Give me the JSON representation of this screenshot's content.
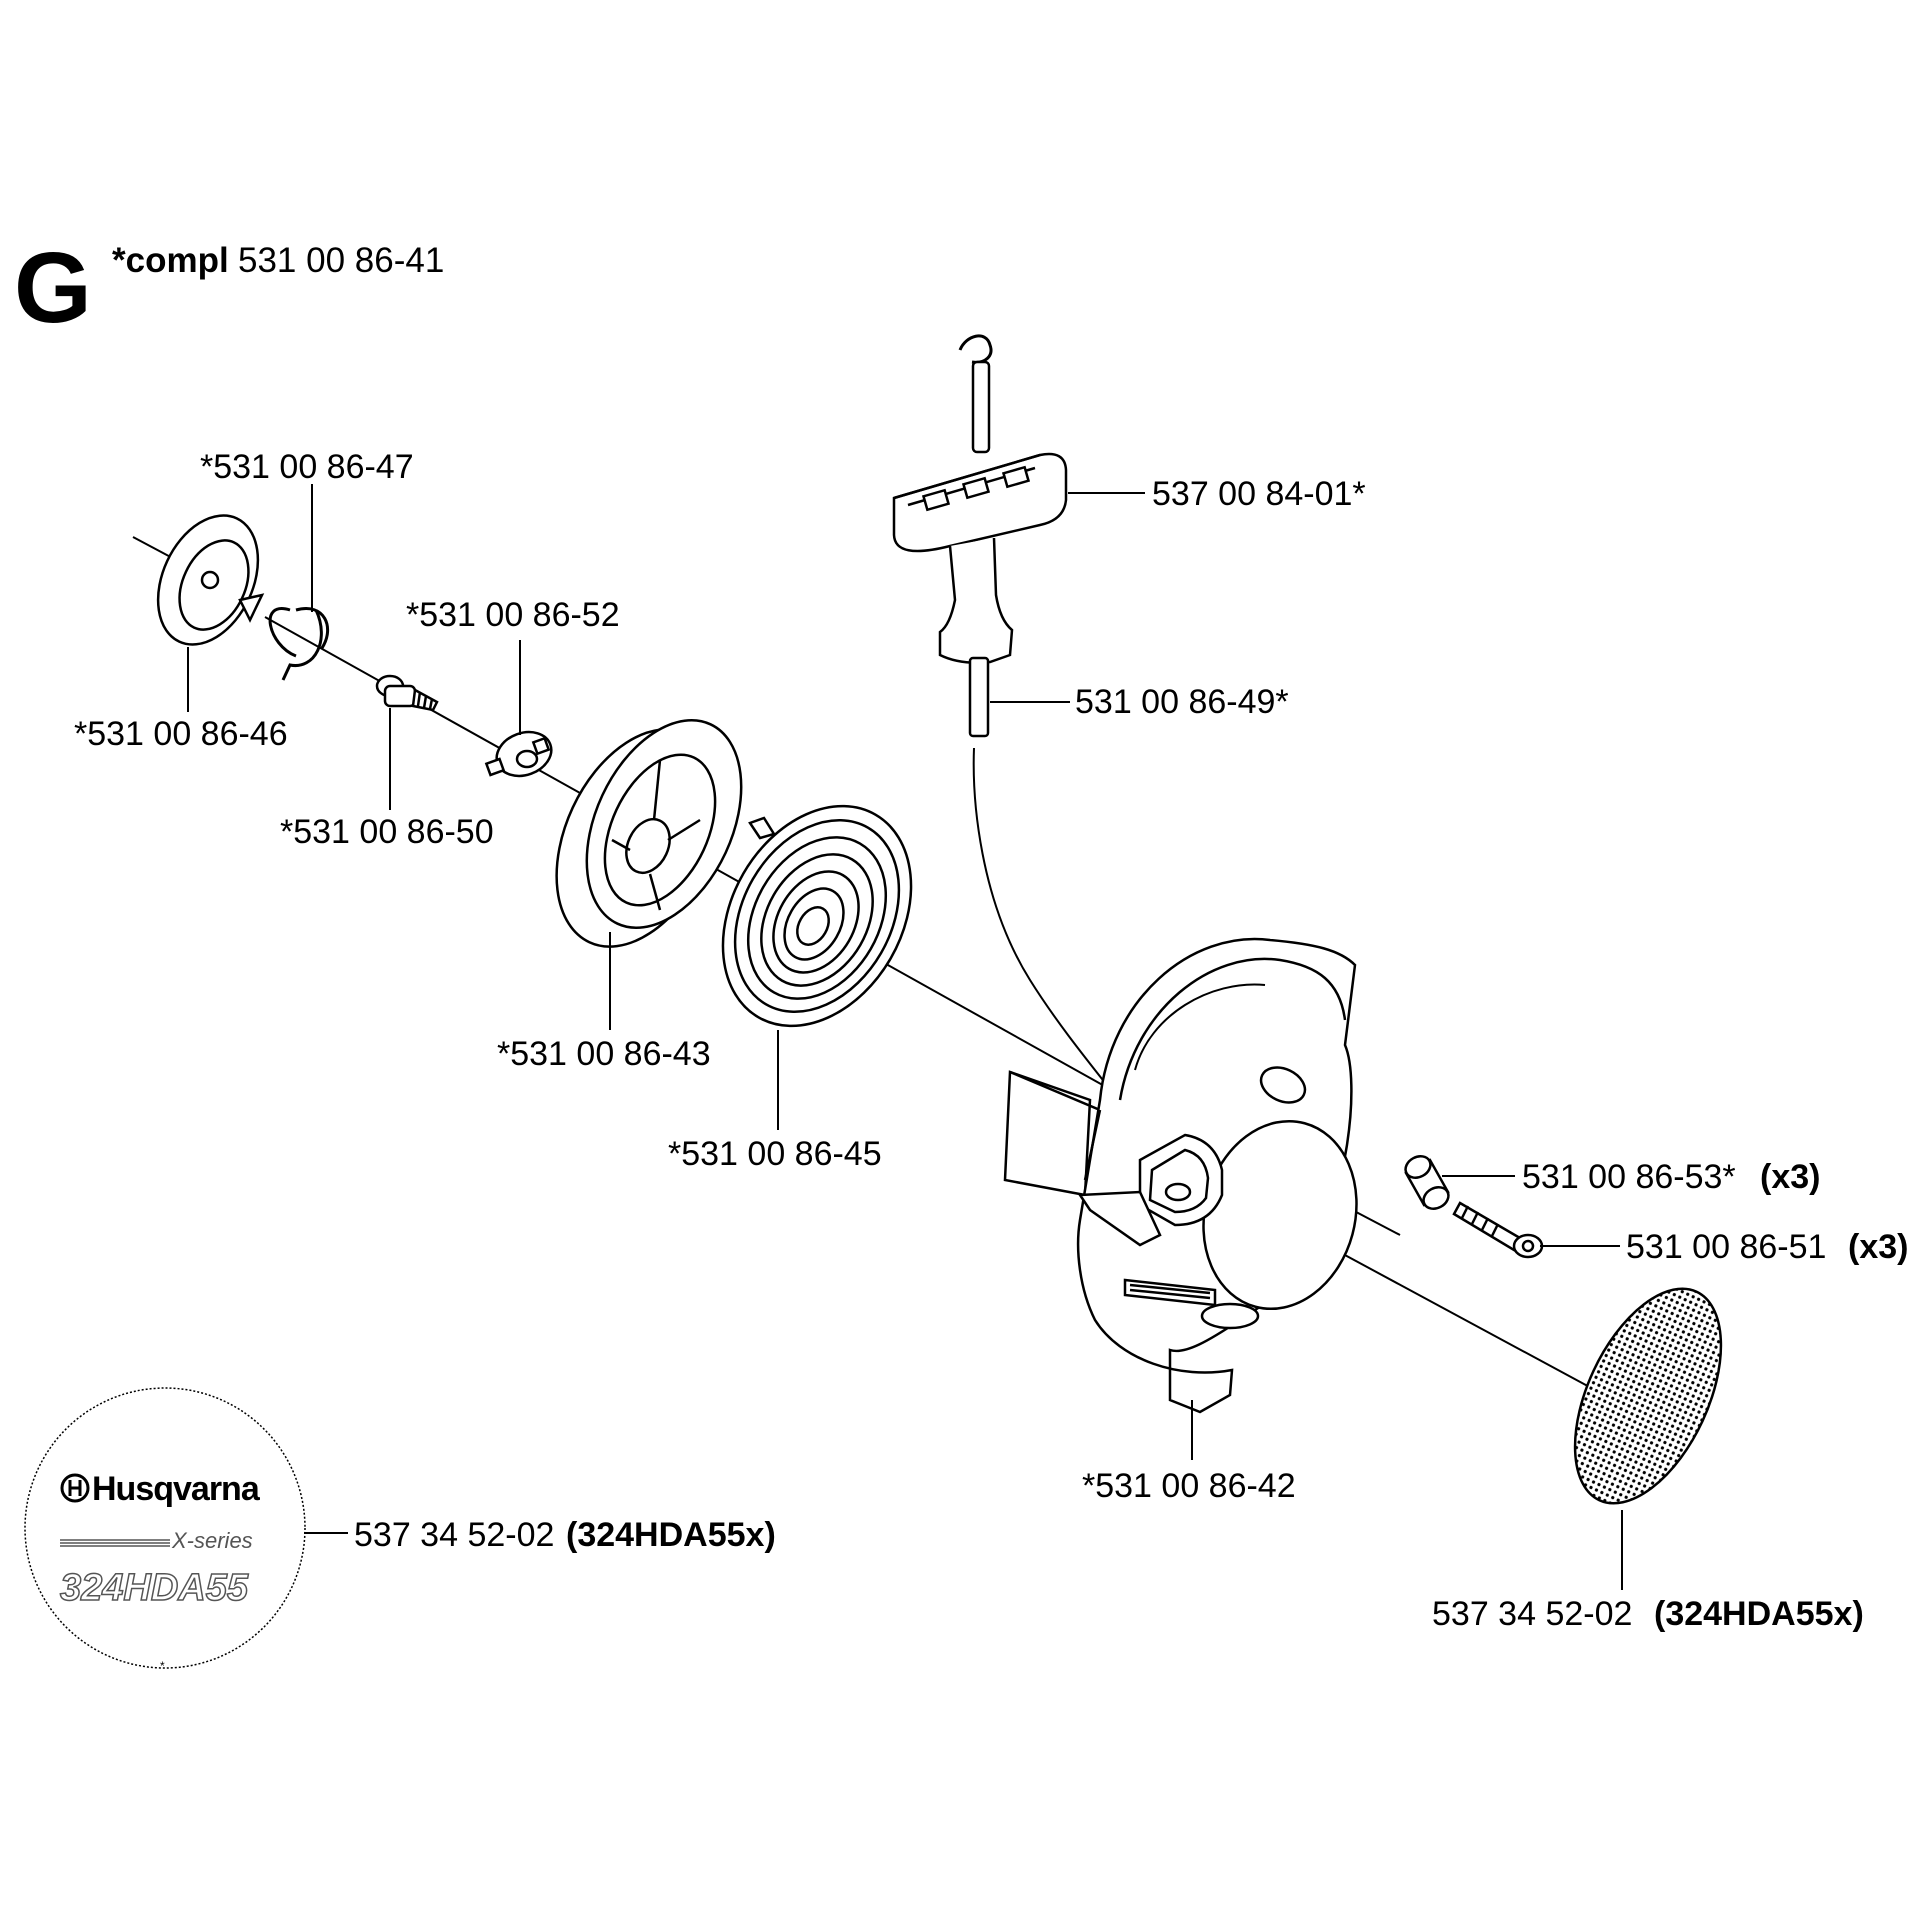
{
  "section": {
    "letter": "G",
    "compl_prefix": "*compl",
    "compl_number": "531 00 86-41"
  },
  "labels": {
    "l47": "*531 00 86-47",
    "l46": "*531 00 86-46",
    "l52": "*531 00 86-52",
    "l50": "*531 00 86-50",
    "l43": "*531 00 86-43",
    "l45": "*531 00 86-45",
    "l42": "*531 00 86-42",
    "l0184": "537 00 84-01*",
    "l49": "531 00 86-49*",
    "l53": "531 00 86-53*",
    "l53q": "(x3)",
    "l51": "531 00 86-51",
    "l51q": "(x3)",
    "decalLeft": "537 34 52-02",
    "decalLeftModel": "(324HDA55x)",
    "decalRight": "537 34 52-02",
    "decalRightModel": "(324HDA55x)"
  },
  "decal": {
    "brand": "Husqvarna",
    "series": "X-series",
    "model": "324HDA55"
  }
}
